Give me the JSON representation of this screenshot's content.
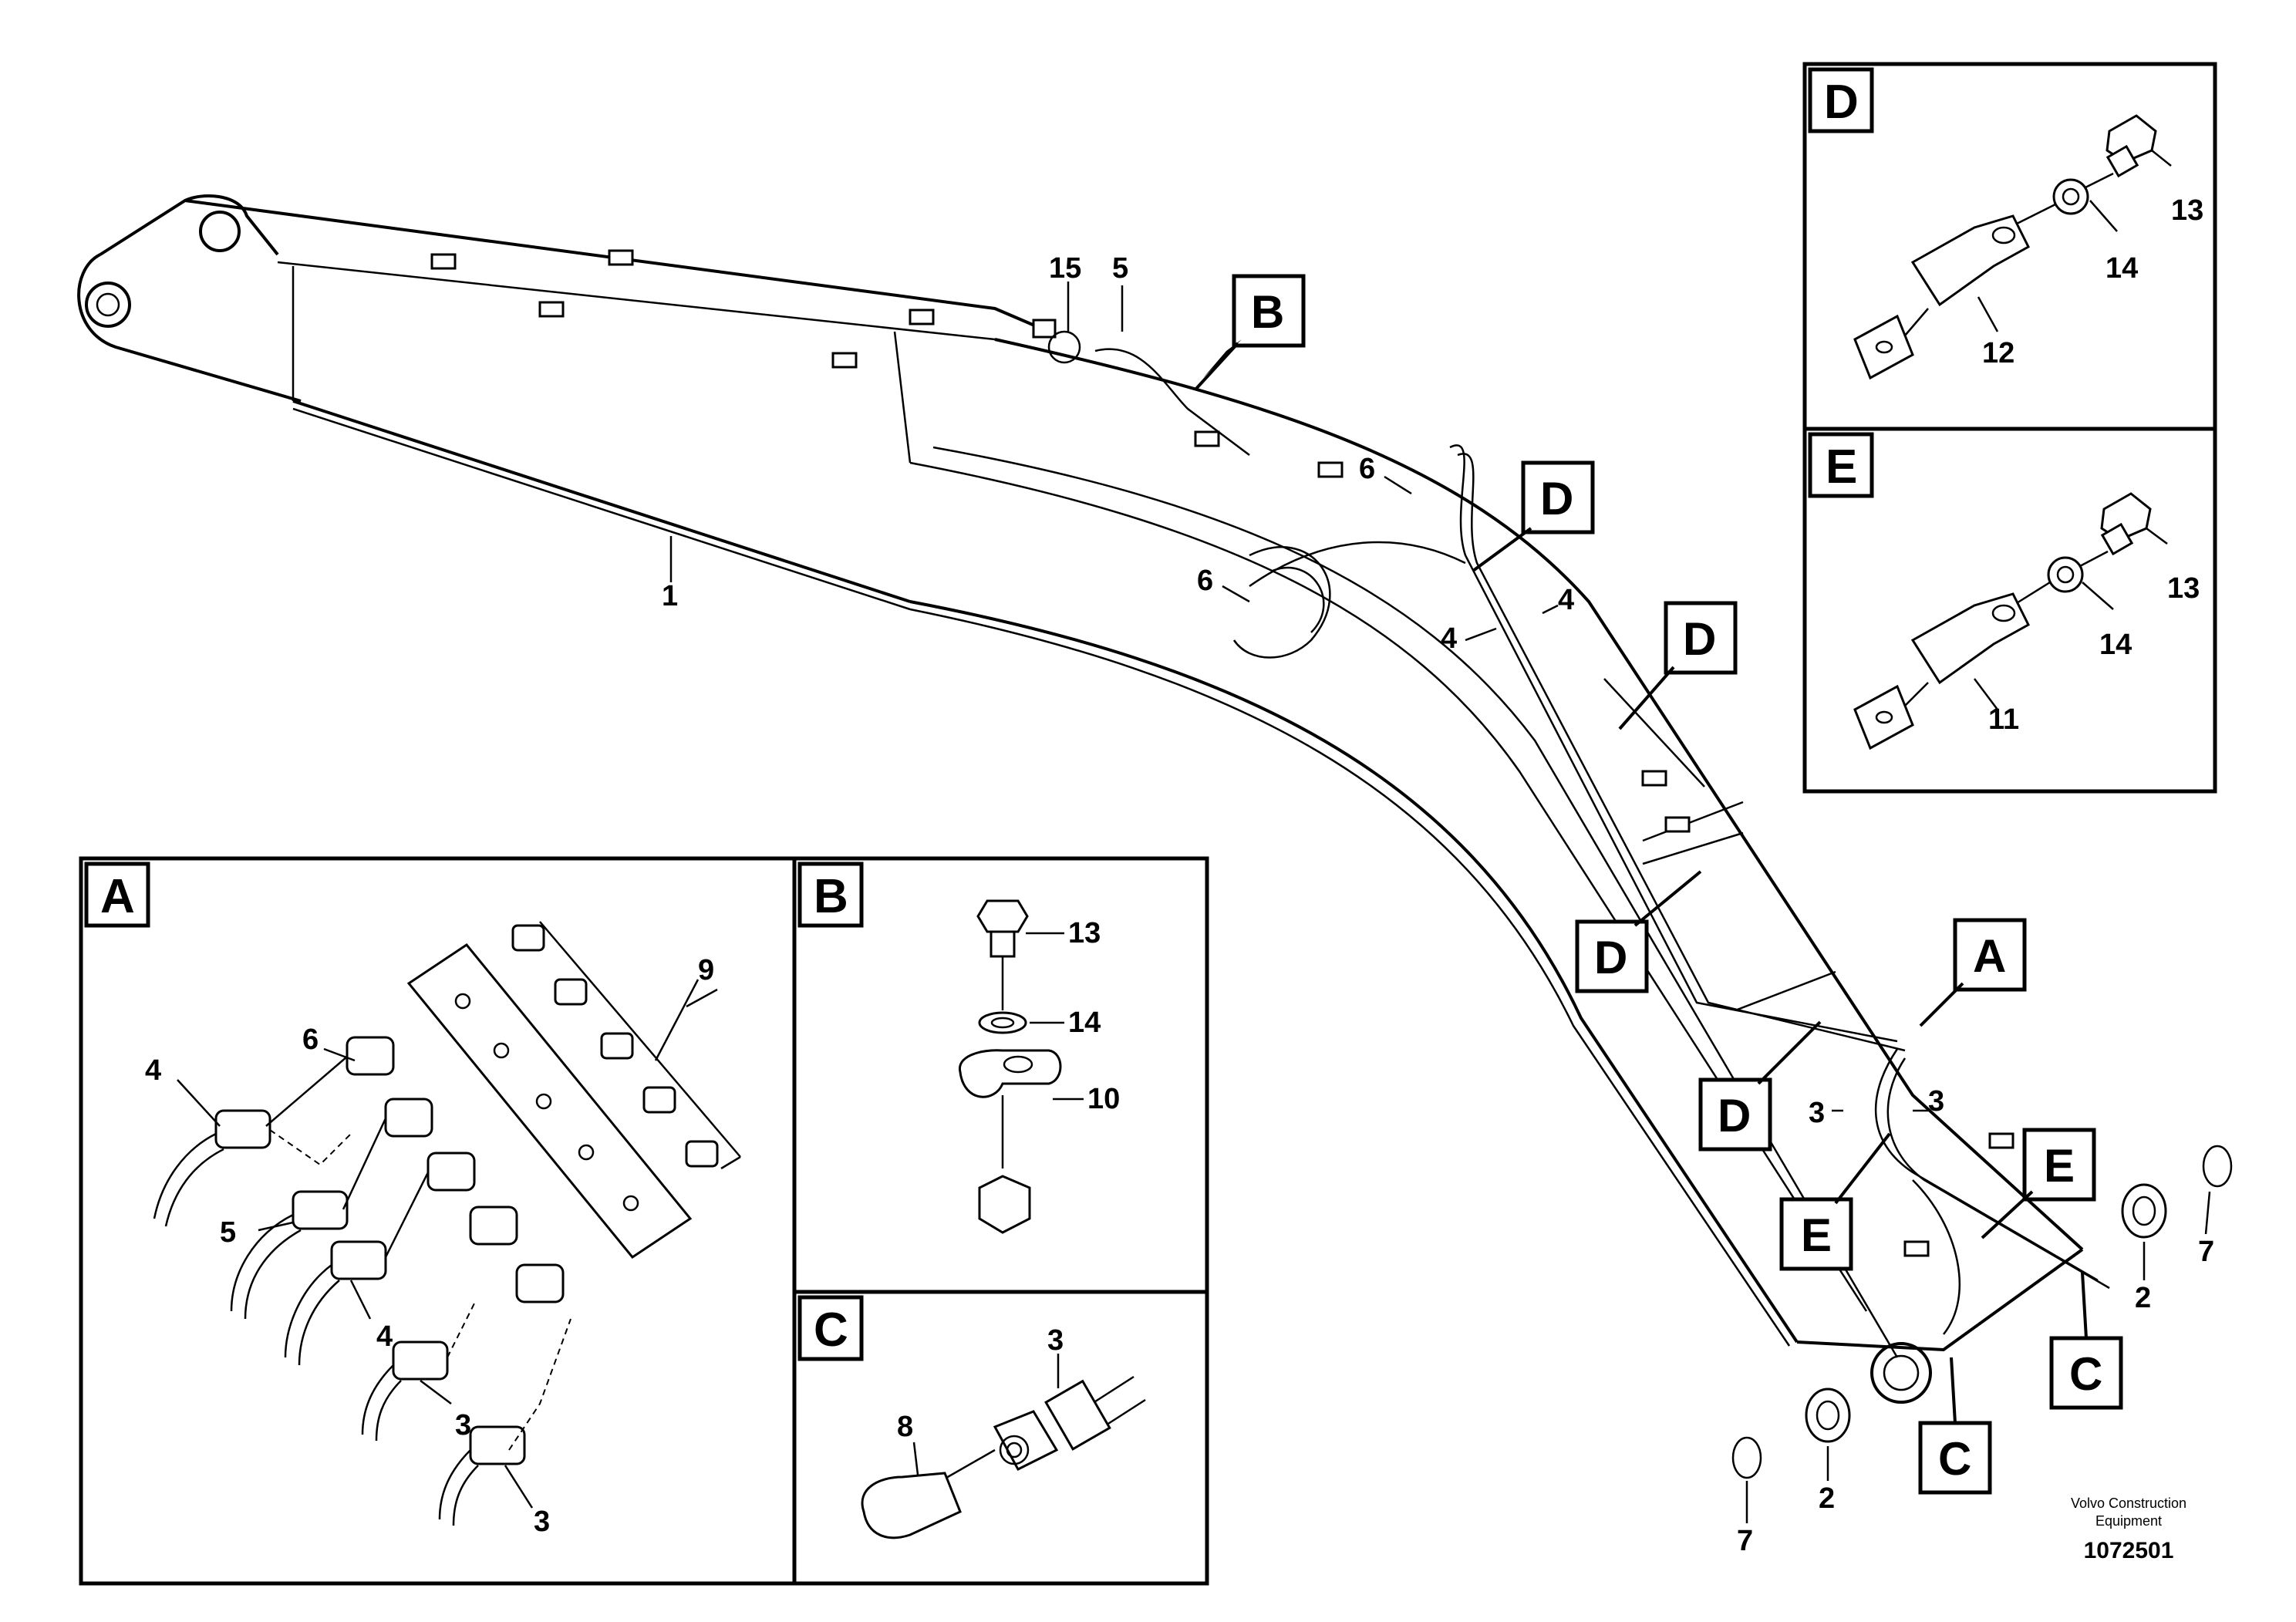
{
  "main_callouts": [
    {
      "id": "c1",
      "label": "1"
    },
    {
      "id": "c15",
      "label": "15"
    },
    {
      "id": "c5",
      "label": "5"
    },
    {
      "id": "c6a",
      "label": "6"
    },
    {
      "id": "c6b",
      "label": "6"
    },
    {
      "id": "c4a",
      "label": "4"
    },
    {
      "id": "c4b",
      "label": "4"
    },
    {
      "id": "c3a",
      "label": "3"
    },
    {
      "id": "c3b",
      "label": "3"
    },
    {
      "id": "c2a",
      "label": "2"
    },
    {
      "id": "c2b",
      "label": "2"
    },
    {
      "id": "c7a",
      "label": "7"
    },
    {
      "id": "c7b",
      "label": "7"
    }
  ],
  "view_markers": [
    {
      "id": "mB",
      "label": "B"
    },
    {
      "id": "mD1",
      "label": "D"
    },
    {
      "id": "mD2",
      "label": "D"
    },
    {
      "id": "mD3",
      "label": "D"
    },
    {
      "id": "mD4",
      "label": "D"
    },
    {
      "id": "mA",
      "label": "A"
    },
    {
      "id": "mE1",
      "label": "E"
    },
    {
      "id": "mE2",
      "label": "E"
    },
    {
      "id": "mC1",
      "label": "C"
    },
    {
      "id": "mC2",
      "label": "C"
    }
  ],
  "insets": {
    "A": {
      "letter": "A",
      "callouts": [
        "9",
        "6",
        "4",
        "5",
        "4",
        "3",
        "3"
      ]
    },
    "B": {
      "letter": "B",
      "callouts": [
        "13",
        "14",
        "10"
      ]
    },
    "C": {
      "letter": "C",
      "callouts": [
        "3",
        "8"
      ]
    },
    "D": {
      "letter": "D",
      "callouts": [
        "13",
        "14",
        "12"
      ]
    },
    "E": {
      "letter": "E",
      "callouts": [
        "13",
        "14",
        "11"
      ]
    }
  },
  "footer": {
    "company_line1": "Volvo Construction",
    "company_line2": "Equipment",
    "doc_number": "1072501"
  }
}
